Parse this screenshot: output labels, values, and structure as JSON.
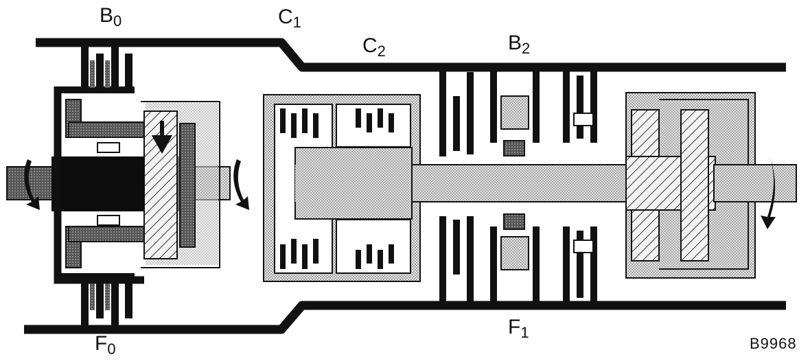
{
  "labels": {
    "b0": {
      "letter": "B",
      "sub": "0"
    },
    "c1": {
      "letter": "C",
      "sub": "1"
    },
    "c2": {
      "letter": "C",
      "sub": "2"
    },
    "b2": {
      "letter": "B",
      "sub": "2"
    },
    "f0": {
      "letter": "F",
      "sub": "0"
    },
    "f1": {
      "letter": "F",
      "sub": "1"
    }
  },
  "figure_ref": "B9968",
  "colors": {
    "ink": "#111111",
    "stipple": "#cfcfcf",
    "hatch": "#444444"
  }
}
